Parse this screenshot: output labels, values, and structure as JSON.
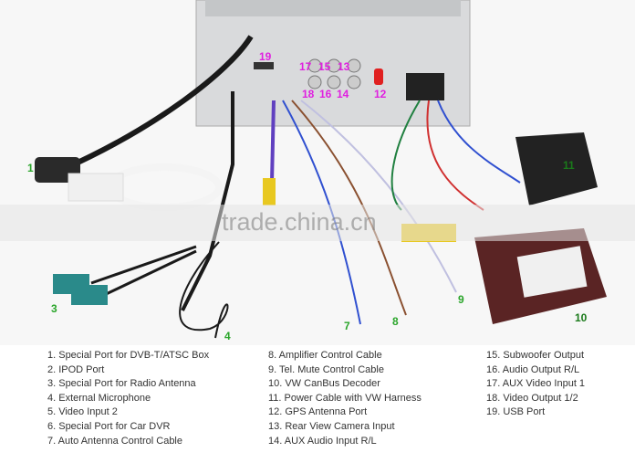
{
  "watermark": "trade.china.cn",
  "callouts": {
    "c1": "1",
    "c3": "3",
    "c4": "4",
    "c7": "7",
    "c8": "8",
    "c9": "9",
    "c10": "10",
    "c11": "11",
    "c12": "12",
    "c13": "13",
    "c14": "14",
    "c15": "15",
    "c16": "16",
    "c17": "17",
    "c18": "18",
    "c19": "19"
  },
  "legend": {
    "col1": [
      "1.  Special Port for DVB-T/ATSC Box",
      "2.  IPOD Port",
      "3.  Special Port for Radio Antenna",
      "4.  External Microphone",
      "5.  Video Input 2",
      "6.  Special Port for Car DVR",
      "7.  Auto Antenna Control Cable"
    ],
    "col2": [
      "8.  Amplifier Control Cable",
      "9.  Tel. Mute Control Cable",
      "10.  VW CanBus Decoder",
      "11. Power Cable with VW Harness",
      "12. GPS Antenna Port",
      "13. Rear View Camera Input",
      "14. AUX Audio Input R/L"
    ],
    "col3": [
      "15. Subwoofer Output",
      "16. Audio Output R/L",
      "17. AUX Video Input 1",
      "18. Video Output 1/2",
      "19. USB Port"
    ]
  }
}
